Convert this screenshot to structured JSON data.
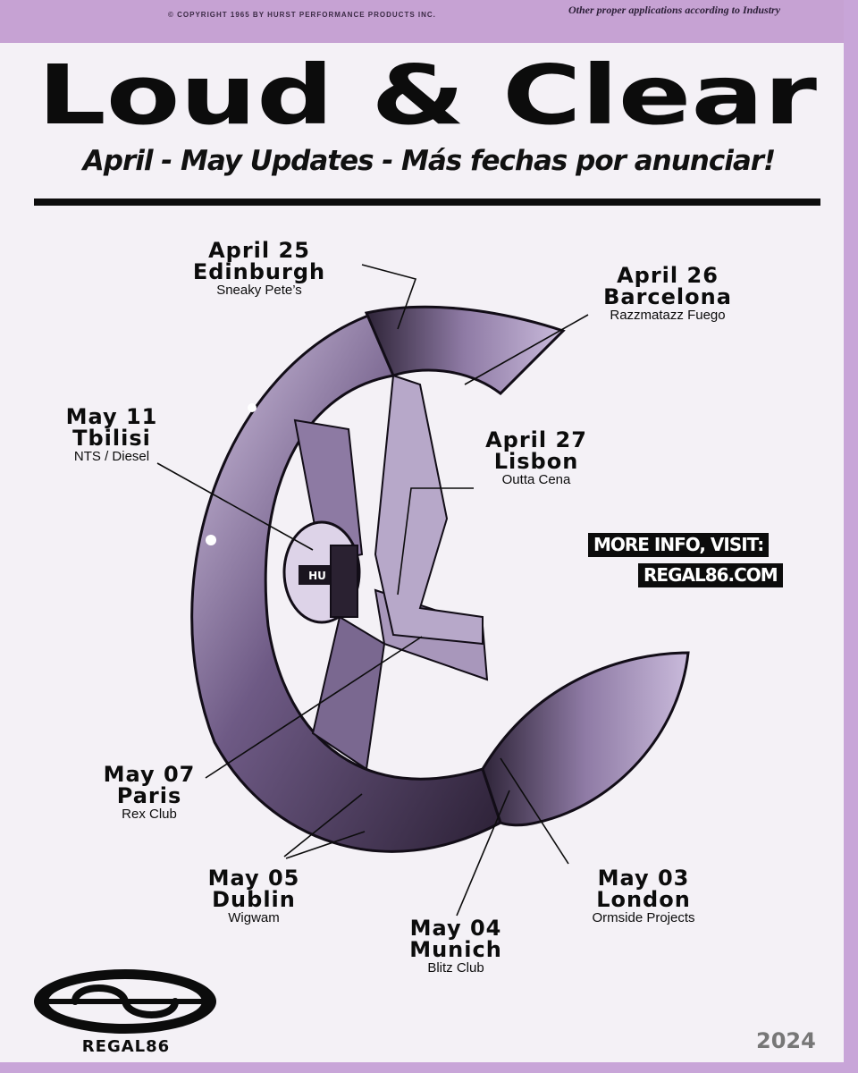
{
  "header": {
    "copyright": "©   COPYRIGHT 1965 BY HURST PERFORMANCE PRODUCTS INC.",
    "side_note": "Other proper applications according to Industry"
  },
  "title": "Loud & Clear",
  "subtitle": "April - May Updates - Más fechas por anunciar!",
  "events": [
    {
      "date": "April 25",
      "city": "Edinburgh",
      "venue": "Sneaky Pete’s"
    },
    {
      "date": "April 26",
      "city": "Barcelona",
      "venue": "Razzmatazz Fuego"
    },
    {
      "date": "May 11",
      "city": "Tbilisi",
      "venue": "NTS / Diesel"
    },
    {
      "date": "April 27",
      "city": "Lisbon",
      "venue": "Outta Cena"
    },
    {
      "date": "May 07",
      "city": "Paris",
      "venue": "Rex Club"
    },
    {
      "date": "May 05",
      "city": "Dublin",
      "venue": "Wigwam"
    },
    {
      "date": "May 04",
      "city": "Munich",
      "venue": "Blitz Club"
    },
    {
      "date": "May 03",
      "city": "London",
      "venue": "Ormside Projects"
    }
  ],
  "info": {
    "line1": "MORE INFO, VISIT:",
    "line2": "REGAL86.COM"
  },
  "logo_text": "REGAL86",
  "wheel_badge": "HU",
  "year": "2024"
}
